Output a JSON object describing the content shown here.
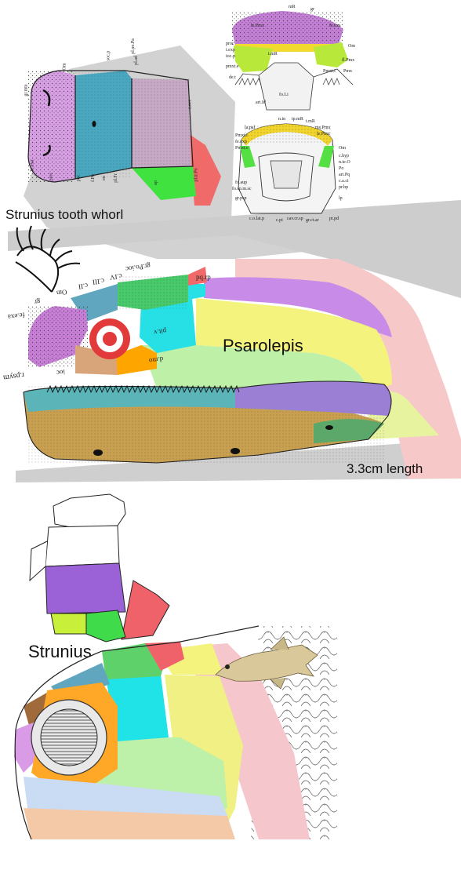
{
  "labels": {
    "tooth_whorl": "Strunius tooth whorl",
    "psarolepis": "Psarolepis",
    "length": "3.3cm length",
    "strunius": "Strunius"
  },
  "skull_top_labels": [
    "gr.mta",
    "Om",
    "soc.p",
    "pl.po.Pa",
    "pl.ad",
    "c.occ",
    "fe.exa",
    "proc",
    "poc",
    "f.Po",
    "en",
    "pl.Fr",
    "pl.tr.Po",
    "ap"
  ],
  "palate_labels": [
    "mR",
    "gr",
    "le.Pmx",
    "fe.exa",
    "proc",
    "i.exp",
    "ioc.p",
    "t.mR",
    "pmxt.e",
    "Om",
    "fl.Pmx",
    "Pmxt.i",
    "Pmx",
    "de.t",
    "fo.Li",
    "art.Id"
  ],
  "braincase_labels": [
    "n.in",
    "tp.mR",
    "t.mR",
    "ms.Pmx",
    "le.Pmx",
    "la.pal",
    "Pmxt.i",
    "fe.exp",
    "Pmxt.e",
    "Om",
    "c.hyp",
    "n.te.O",
    "Po",
    "art.Pq",
    "c.a.ci",
    "pr.bp",
    "lp",
    "fo.aup",
    "fo.sp.m.sc",
    "gr.psp",
    "c.o.lat.p",
    "c.pi",
    "cav.cr.sp",
    "gr.ct.ar",
    "pt.pd"
  ],
  "psarolepis_labels": [
    "gr.Po.ioc",
    "c.IV",
    "c.III",
    "c.II",
    "Om",
    "gr",
    "fe.exa",
    "pq.rp",
    "ioc",
    "r.psym",
    "pit.v",
    "d.mo"
  ]
}
